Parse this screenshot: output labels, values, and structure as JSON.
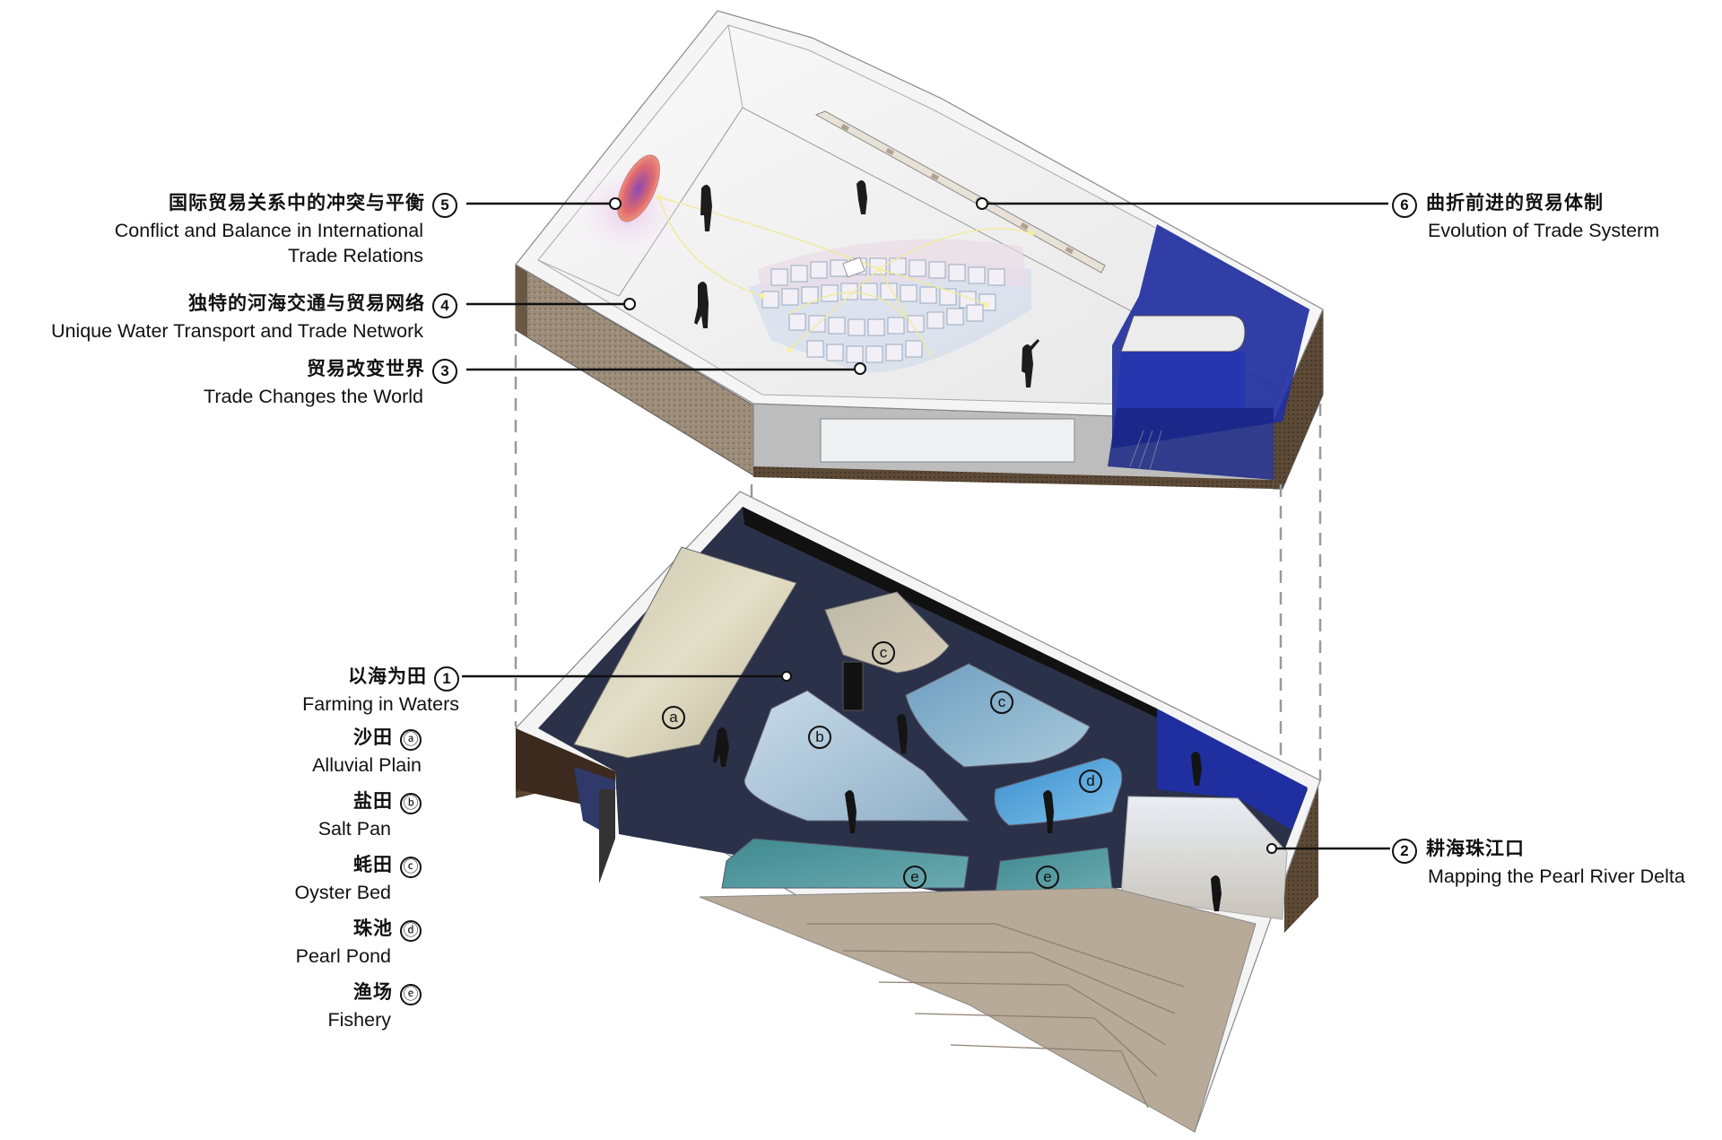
{
  "diagram": {
    "type": "exploded axonometric exhibition plan",
    "upper_floor": {
      "annotations": [
        {
          "id": "5",
          "marker": "⑤",
          "zh": "国际贸易关系中的冲突与平衡",
          "en_line1": "Conflict and Balance in International",
          "en_line2": "Trade Relations"
        },
        {
          "id": "4",
          "marker": "④",
          "zh": "独特的河海交通与贸易网络",
          "en": "Unique Water Transport and Trade Network"
        },
        {
          "id": "3",
          "marker": "③",
          "zh": "贸易改变世界",
          "en": "Trade Changes the World"
        },
        {
          "id": "6",
          "marker": "⑥",
          "zh": "曲折前进的贸易体制",
          "en": "Evolution of Trade Systerm"
        }
      ]
    },
    "lower_floor": {
      "annotations": [
        {
          "id": "1",
          "marker": "①",
          "zh": "以海为田",
          "en": "Farming in Waters"
        },
        {
          "id": "2",
          "marker": "②",
          "zh": "耕海珠江口",
          "en": "Mapping the Pearl River Delta"
        }
      ],
      "legend": [
        {
          "marker": "ⓐ",
          "zh": "沙田",
          "en": "Alluvial Plain"
        },
        {
          "marker": "ⓑ",
          "zh": "盐田",
          "en": "Salt Pan"
        },
        {
          "marker": "ⓒ",
          "zh": "蚝田",
          "en": "Oyster Bed"
        },
        {
          "marker": "ⓓ",
          "zh": "珠池",
          "en": "Pearl Pond"
        },
        {
          "marker": "ⓔ",
          "zh": "渔场",
          "en": "Fishery"
        }
      ],
      "zone_tags": [
        "a",
        "b",
        "c",
        "c",
        "d",
        "e",
        "e"
      ]
    },
    "colors": {
      "accent_blue": "#1f2fa0",
      "dark_floor": "#2a3148",
      "earth": "#8a7a68",
      "wall_white": "#f2f2f2"
    }
  }
}
